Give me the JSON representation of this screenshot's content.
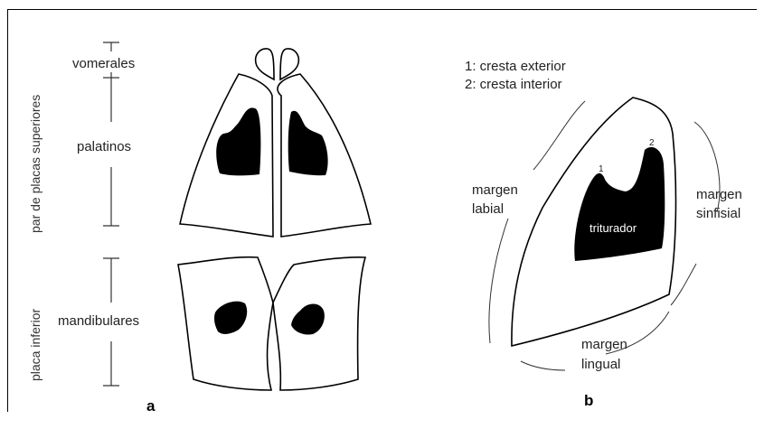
{
  "panel_a": {
    "group_upper": "par de placas superiores",
    "group_lower": "placa inferior",
    "vomerales": "vomerales",
    "palatinos": "palatinos",
    "mandibulares": "mandibulares",
    "label": "a"
  },
  "panel_b": {
    "legend_1": "1: cresta exterior",
    "legend_2": "2: cresta interior",
    "margen_labial_1": "margen",
    "margen_labial_2": "labial",
    "margen_sinfisial_1": "margen",
    "margen_sinfisial_2": "sinfisial",
    "margen_lingual_1": "margen",
    "margen_lingual_2": "lingual",
    "triturador": "triturador",
    "crest_1": "1",
    "crest_2": "2",
    "label": "b"
  }
}
